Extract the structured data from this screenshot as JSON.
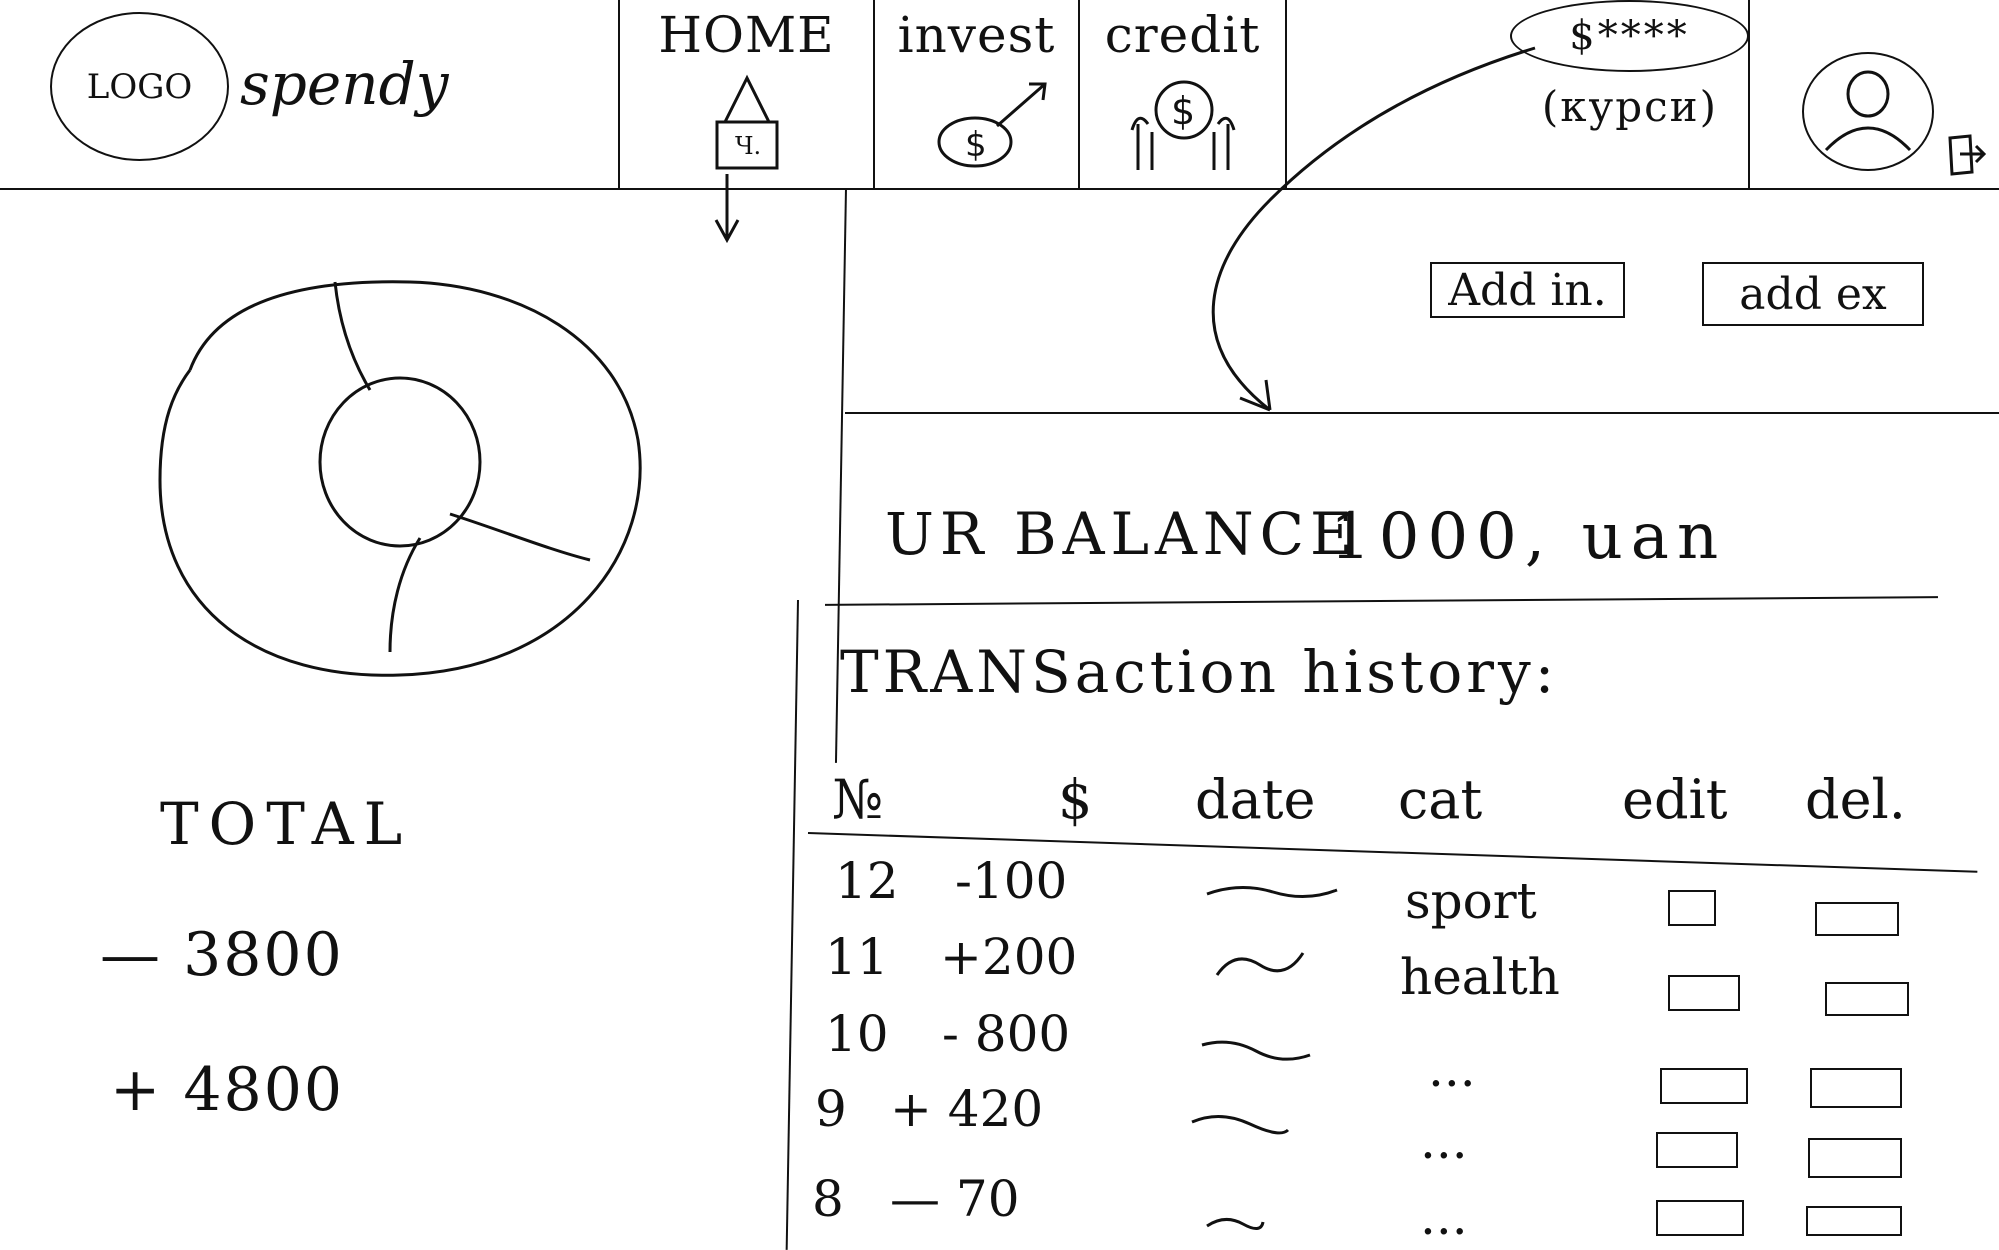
{
  "header": {
    "logo": "LOGO",
    "app_name": "spendy",
    "tabs": [
      {
        "label": "HOME"
      },
      {
        "label": "invest"
      },
      {
        "label": "credit"
      }
    ],
    "balance_masked": "$****",
    "rates": "(курси)"
  },
  "summary": {
    "total_label": "TOTAL",
    "expenses": "— 3800",
    "income": "+ 4800"
  },
  "actions": {
    "add_income": "Add in.",
    "add_expense": "add ex"
  },
  "balance": {
    "label": "UR BALANCE",
    "value": "1000, uan"
  },
  "history": {
    "title": "TRANSaction history:",
    "columns": {
      "num": "№",
      "amount": "$",
      "date": "date",
      "category": "cat",
      "edit": "edit",
      "delete": "del."
    },
    "rows": [
      {
        "num": "12",
        "amount": "-100",
        "category": "sport"
      },
      {
        "num": "11",
        "amount": "+200",
        "category": "health"
      },
      {
        "num": "10",
        "amount": "- 800",
        "category": "..."
      },
      {
        "num": "9",
        "amount": "+ 420",
        "category": "..."
      },
      {
        "num": "8",
        "amount": "— 70",
        "category": "..."
      }
    ]
  }
}
